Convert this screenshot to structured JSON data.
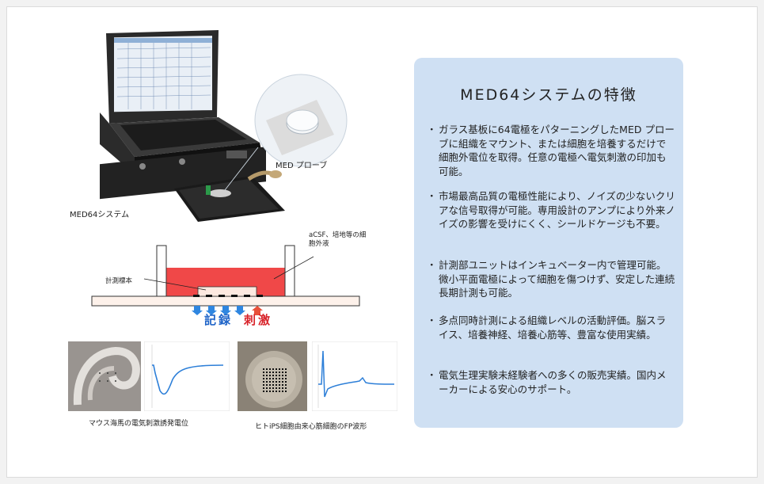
{
  "panel": {
    "title": "MED64システムの特徴",
    "features": [
      "ガラス基板に64電極をパターニングしたMED プローブに組織をマウント、または細胞を培養するだけで細胞外電位を取得。任意の電極へ電気刺激の印加も可能。",
      "市場最高品質の電極性能により、ノイズの少ないクリアな信号取得が可能。専用設計のアンプにより外来ノイズの影響を受けにくく、シールドケージも不要。",
      "計測部ユニットはインキュベーター内で管理可能。微小平面電極によって細胞を傷つけず、安定した連続長期計測も可能。",
      "多点同時計測による組織レベルの活動評価。脳スライス、培養神経、培養心筋等、豊富な使用実績。",
      "電気生理実験未経験者への多くの販売実績。国内メーカーによる安心のサポート。"
    ],
    "bullet": "・"
  },
  "photo": {
    "system_caption": "MED64システム",
    "probe_caption": "MED プローブ"
  },
  "diagram": {
    "medium_label": "aCSF、培地等の細胞外液",
    "sample_label": "計測標本",
    "record_label": "記録",
    "stim_label": "刺激"
  },
  "samples": {
    "hippocampus_caption": "マウス海馬の電気刺激誘発電位",
    "ips_caption": "ヒトiPS細胞由来心筋細胞のFP波形"
  },
  "colors": {
    "panel_bg": "#cfe0f3",
    "medium_red": "#f04848",
    "record_blue": "#1f64c8",
    "stim_red": "#d8232a",
    "trace_blue": "#2d7fd8"
  }
}
